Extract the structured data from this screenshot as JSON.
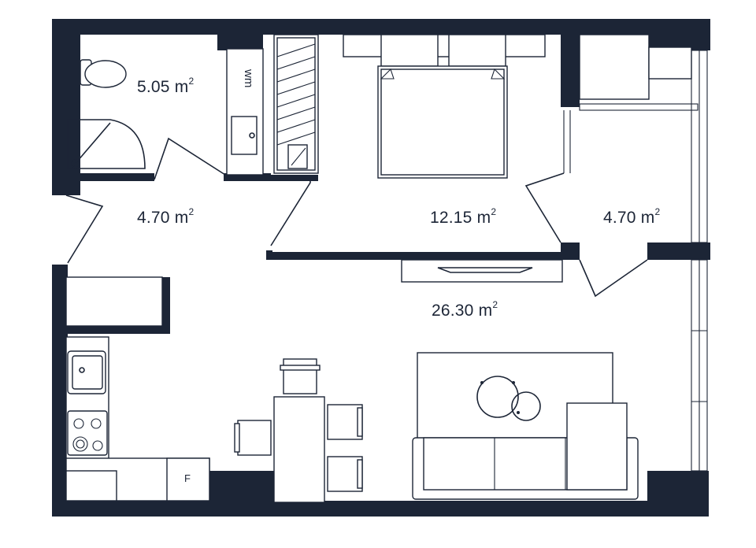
{
  "rooms": [
    {
      "id": "bathroom",
      "area": "5.05",
      "unit": "m",
      "exp": "2"
    },
    {
      "id": "hallway",
      "area": "4.70",
      "unit": "m",
      "exp": "2"
    },
    {
      "id": "bedroom",
      "area": "12.15",
      "unit": "m",
      "exp": "2"
    },
    {
      "id": "balcony",
      "area": "4.70",
      "unit": "m",
      "exp": "2"
    },
    {
      "id": "living",
      "area": "26.30",
      "unit": "m",
      "exp": "2"
    }
  ],
  "labels": {
    "washing_machine": "wm",
    "fridge": "F"
  },
  "colors": {
    "wall": "#1c2536",
    "background": "#ffffff"
  }
}
